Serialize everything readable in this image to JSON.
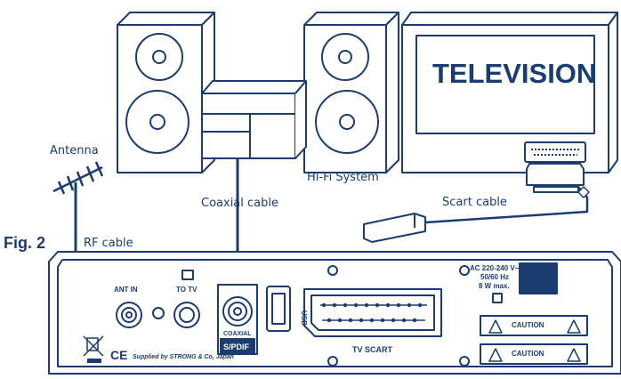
{
  "figure": {
    "fig_label": "Fig. 2",
    "television_text": "TELEVISION",
    "antenna_label": "Antenna",
    "hifi_label": "Hi-Fi System",
    "coaxial_cable_label": "Coaxial cable",
    "scart_cable_label": "Scart cable",
    "rf_cable_label": "RF cable"
  },
  "receiver_panel": {
    "ant_in": "ANT IN",
    "to_tv": "TO TV",
    "coaxial": "COAXIAL",
    "spdif": "S/PDIF",
    "usb": "USB",
    "tv_scart": "TV SCART",
    "power_line1": "AC 220-240 V~",
    "power_line2": "50/60 Hz",
    "power_line3": "8 W max.",
    "caution1": "CAUTION",
    "caution2": "CAUTION",
    "ce_mark": "CE",
    "supplied_by": "Supplied by STRONG & Co, Japan"
  },
  "colors": {
    "line": "#1b3c6e",
    "panel_fill": "#ffffff"
  }
}
